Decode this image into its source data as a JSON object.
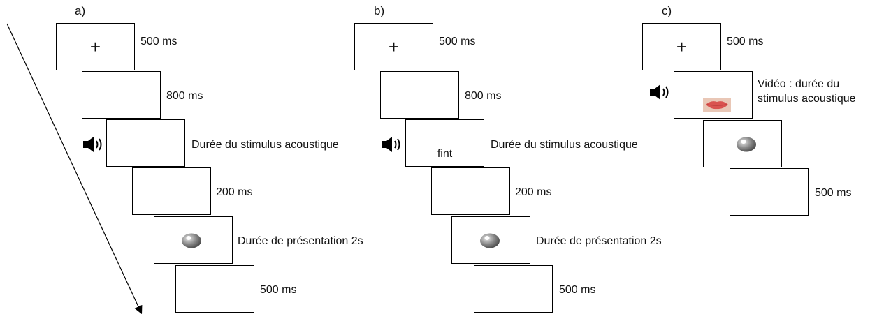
{
  "panels": {
    "a": {
      "label": "a)",
      "steps": [
        "500 ms",
        "800 ms",
        "Durée du stimulus acoustique",
        "200 ms",
        "Durée de présentation 2s",
        "500 ms"
      ]
    },
    "b": {
      "label": "b)",
      "word": "fint",
      "steps": [
        "500 ms",
        "800 ms",
        "Durée du stimulus acoustique",
        "200 ms",
        "Durée de présentation 2s",
        "500 ms"
      ]
    },
    "c": {
      "label": "c)",
      "steps": [
        "500 ms",
        "Vidéo : durée du stimulus acoustique",
        "500 ms"
      ]
    }
  },
  "fixation_symbol": "+",
  "icons": [
    "speaker-icon",
    "ball-icon",
    "lips-icon",
    "time-arrow"
  ],
  "colors": {
    "line": "#000000",
    "ball": "#8a8a8a",
    "lips": "#d9534f"
  }
}
